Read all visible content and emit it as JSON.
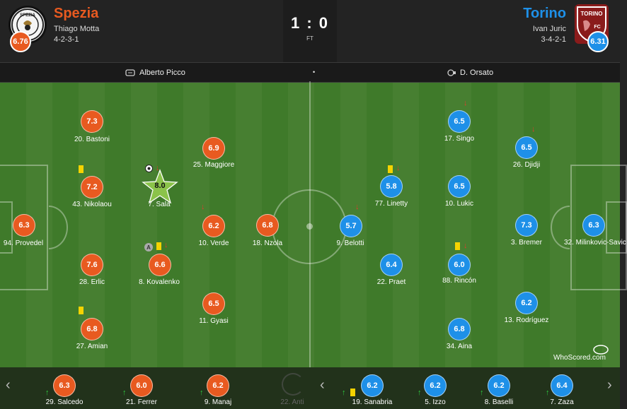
{
  "home": {
    "name": "Spezia",
    "coach": "Thiago Motta",
    "formation": "4-2-3-1",
    "rating": "6.76",
    "color": "#e85a20",
    "crest_text": "SPEZIA"
  },
  "away": {
    "name": "Torino",
    "coach": "Ivan Juric",
    "formation": "3-4-2-1",
    "rating": "6.31",
    "color": "#1e90e8",
    "crest_text": "TORINO",
    "crest_fc": "FC"
  },
  "score": "1 : 0",
  "status": "FT",
  "referee": "Alberto Picco",
  "var_ref": "D. Orsato",
  "separator": "•",
  "watermark": "WhoScored",
  "watermark_domain": ".com",
  "captain": "A",
  "nav": {
    "prev": "‹",
    "next": "›"
  },
  "home_players": [
    {
      "rating": "7.3",
      "label": "20. Bastoni"
    },
    {
      "rating": "7.2",
      "label": "43. Nikolaou"
    },
    {
      "rating": "6.3",
      "label": "94. Provedel"
    },
    {
      "rating": "7.6",
      "label": "28. Erlic"
    },
    {
      "rating": "6.8",
      "label": "27. Amian"
    },
    {
      "rating": "8.0",
      "label": "7. Sala"
    },
    {
      "rating": "6.6",
      "label": "8. Kovalenko"
    },
    {
      "rating": "6.9",
      "label": "25. Maggiore"
    },
    {
      "rating": "6.2",
      "label": "10. Verde"
    },
    {
      "rating": "6.5",
      "label": "11. Gyasi"
    },
    {
      "rating": "6.8",
      "label": "18. Nzola"
    }
  ],
  "away_players": [
    {
      "rating": "5.7",
      "label": "9. Belotti"
    },
    {
      "rating": "5.8",
      "label": "77. Linetty"
    },
    {
      "rating": "6.4",
      "label": "22. Praet"
    },
    {
      "rating": "6.5",
      "label": "17. Singo"
    },
    {
      "rating": "6.5",
      "label": "10. Lukic"
    },
    {
      "rating": "6.0",
      "label": "88. Rincón"
    },
    {
      "rating": "6.8",
      "label": "34. Aina"
    },
    {
      "rating": "6.5",
      "label": "26. Djidji"
    },
    {
      "rating": "7.3",
      "label": "3. Bremer"
    },
    {
      "rating": "6.2",
      "label": "13. Rodríguez"
    },
    {
      "rating": "6.3",
      "label": "32. Milinkovic-Savic"
    }
  ],
  "home_subs": [
    {
      "rating": "6.3",
      "label": "29. Salcedo"
    },
    {
      "rating": "6.0",
      "label": "21. Ferrer"
    },
    {
      "rating": "6.2",
      "label": "9. Manaj"
    },
    {
      "rating": "",
      "label": "22. Anti"
    }
  ],
  "away_subs": [
    {
      "rating": "6.2",
      "label": "19. Sanabria"
    },
    {
      "rating": "6.2",
      "label": "5. Izzo"
    },
    {
      "rating": "6.2",
      "label": "8. Baselli"
    },
    {
      "rating": "6.4",
      "label": "7. Zaza"
    }
  ],
  "icons": {
    "sub_off": "arrow-down",
    "sub_on": "arrow-up",
    "yellow_card": "yellow-card",
    "goal": "ball",
    "motm": "star"
  }
}
